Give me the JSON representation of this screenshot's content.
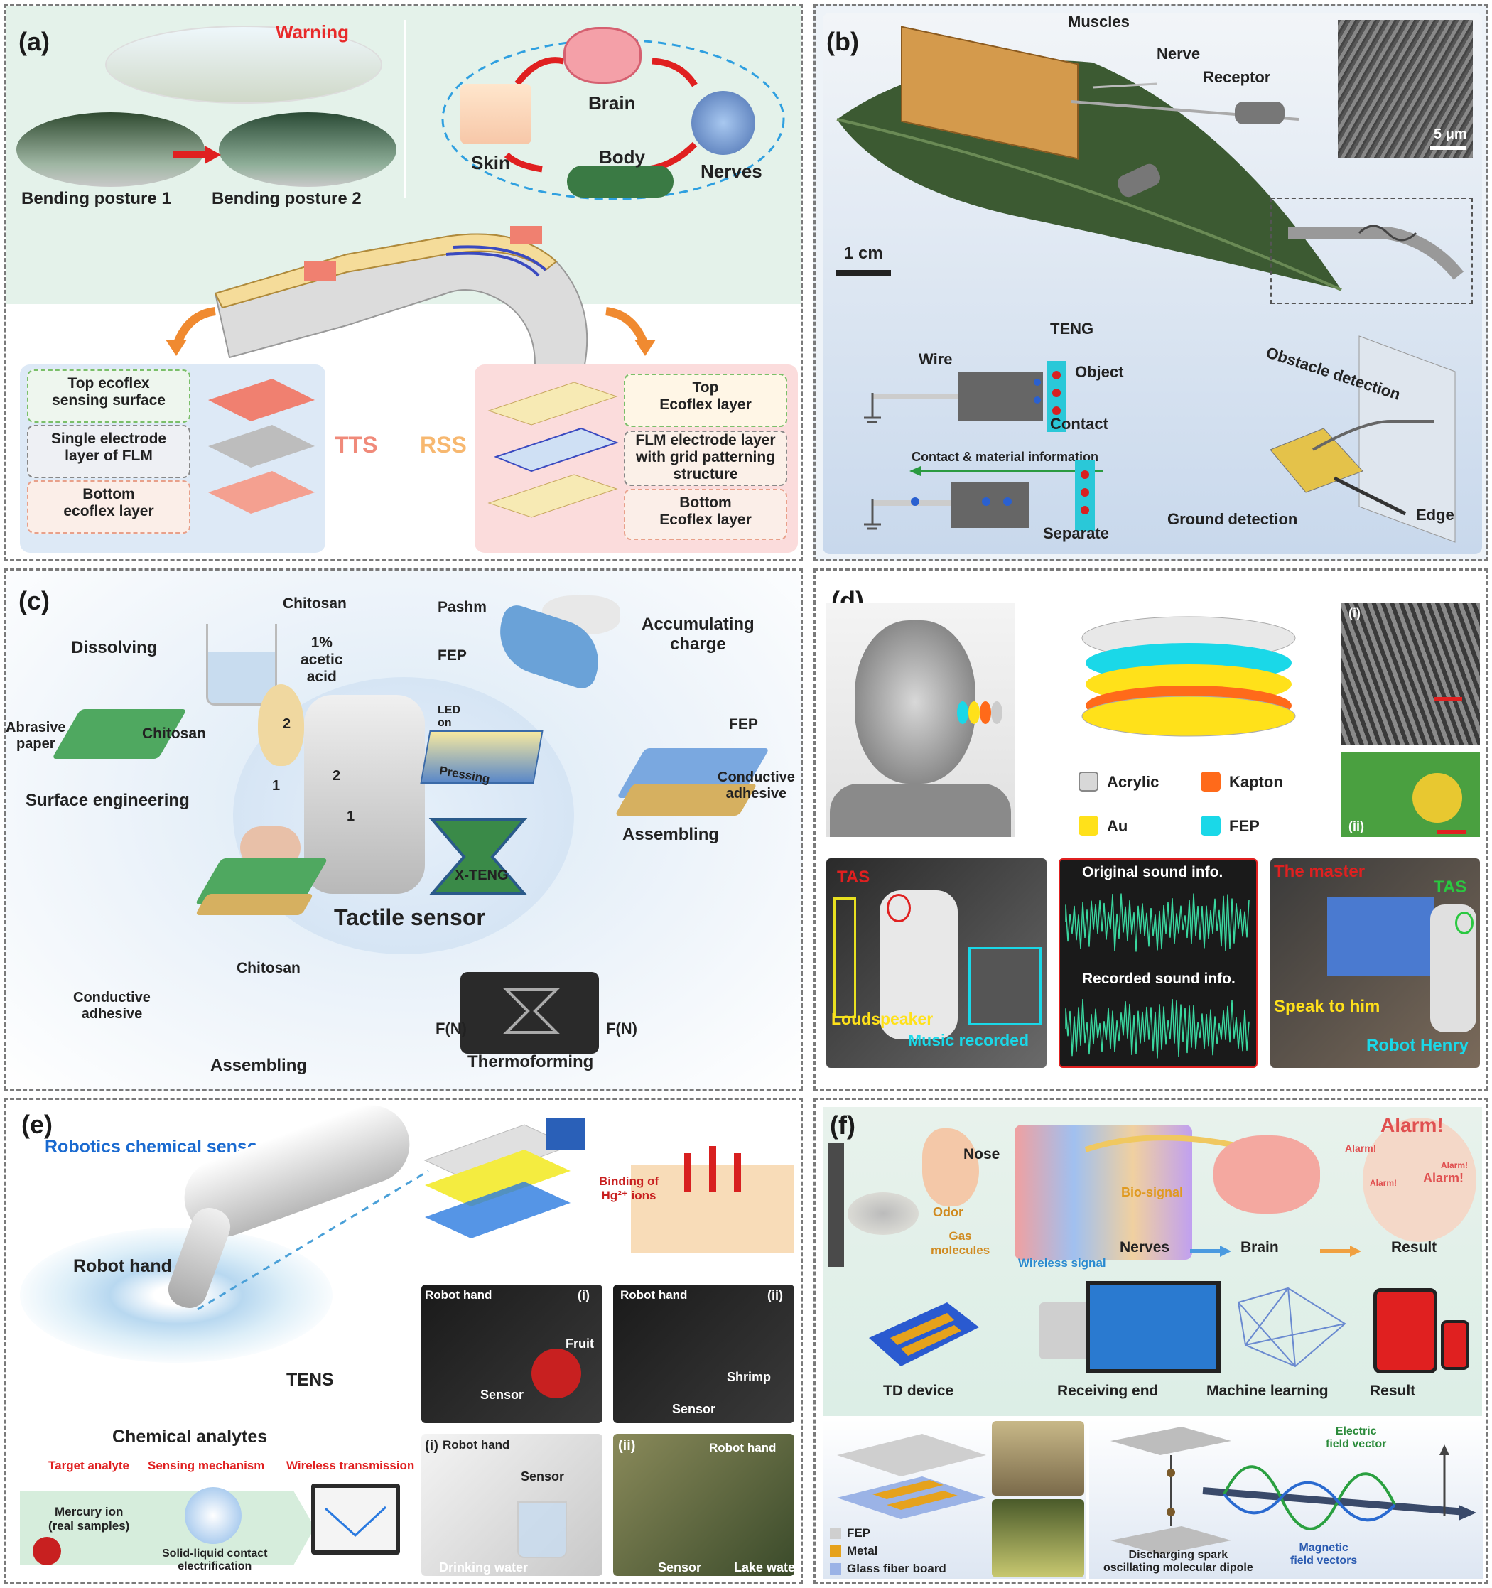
{
  "panels": {
    "a": {
      "label": "(a)",
      "warning": "Warning",
      "posture1": "Bending posture 1",
      "posture2": "Bending posture 2",
      "brain": "Brain",
      "skin": "Skin",
      "body": "Body",
      "nerves": "Nerves",
      "tts": "TTS",
      "rss": "RSS",
      "tts_layers": [
        "Top ecoflex\nsensing surface",
        "Single electrode\nlayer of FLM",
        "Bottom\necoflex layer"
      ],
      "rss_layers": [
        "Top\nEcoflex layer",
        "FLM electrode layer\nwith grid patterning\nstructure",
        "Bottom\nEcoflex layer"
      ]
    },
    "b": {
      "label": "(b)",
      "muscles": "Muscles",
      "nerve": "Nerve",
      "receptor": "Receptor",
      "scale_sem": "5 μm",
      "scale_cm": "1 cm",
      "teng": "TENG",
      "wire": "Wire",
      "object": "Object",
      "contact": "Contact",
      "contact_info": "Contact & material information",
      "separate": "Separate",
      "obstacle": "Obstacle detection",
      "ground": "Ground detection",
      "edge": "Edge"
    },
    "c": {
      "label": "(c)",
      "chitosan1": "Chitosan",
      "dissolving": "Dissolving",
      "acetic": "1%\nacetic\nacid",
      "pashm": "Pashm",
      "fep1": "FEP",
      "accumulating": "Accumulating\ncharge",
      "led": "LED\non",
      "pressing": "Pressing",
      "abrasive": "Abrasive\npaper",
      "chitosan2": "Chitosan",
      "surface_eng": "Surface engineering",
      "fep2": "FEP",
      "conductive1": "Conductive\nadhesive",
      "assembling1": "Assembling",
      "xteng": "X-TENG",
      "tactile": "Tactile sensor",
      "chitosan3": "Chitosan",
      "conductive2": "Conductive\nadhesive",
      "assembling2": "Assembling",
      "thermoforming": "Thermoforming",
      "force_left": "F(N)",
      "force_right": "F(N)",
      "n1": "1",
      "n2": "2",
      "n3": "2",
      "n4": "1"
    },
    "d": {
      "label": "(d)",
      "sub_i": "(i)",
      "sub_ii": "(ii)",
      "legend": [
        {
          "name": "Acrylic",
          "color": "#d8d8d8"
        },
        {
          "name": "Kapton",
          "color": "#ff6a1a"
        },
        {
          "name": "Au",
          "color": "#ffe11a"
        },
        {
          "name": "FEP",
          "color": "#1ad8e8"
        }
      ],
      "tas1": "TAS",
      "loudspeaker": "Loudspeaker",
      "music": "Music recorded",
      "original": "Original sound info.",
      "recorded": "Recorded sound info.",
      "master": "The master",
      "tas2": "TAS",
      "speak": "Speak to him",
      "robot": "Robot Henry"
    },
    "e": {
      "label": "(e)",
      "title": "Robotics chemical sensor",
      "robot_hand": "Robot hand",
      "tens": "TENS",
      "chemical": "Chemical analytes",
      "binding": "Binding of\nHg²⁺ ions",
      "target": "Target analyte",
      "sensing": "Sensing mechanism",
      "wireless": "Wireless transmission",
      "mercury": "Mercury ion\n(real samples)",
      "solid_liquid": "Solid-liquid contact\nelectrification",
      "photos": [
        {
          "rh": "Robot hand",
          "idx": "(i)",
          "a": "Fruit",
          "b": "Sensor"
        },
        {
          "rh": "Robot hand",
          "idx": "(ii)",
          "a": "Shrimp",
          "b": "Sensor"
        },
        {
          "rh": "Robot hand",
          "idx": "(i)",
          "a": "Sensor",
          "b": "Drinking water"
        },
        {
          "rh": "Robot hand",
          "idx": "(ii)",
          "a": "Sensor",
          "b": "Lake water"
        }
      ]
    },
    "f": {
      "label": "(f)",
      "nose": "Nose",
      "odor": "Odor",
      "gas": "Gas\nmolecules",
      "biosignal": "Bio-signal",
      "wireless": "Wireless signal",
      "nerves": "Nerves",
      "brain": "Brain",
      "result1": "Result",
      "alarm": "Alarm!",
      "td": "TD device",
      "receiving": "Receiving end",
      "ml": "Machine learning",
      "result2": "Result",
      "legend": [
        {
          "name": "FEP",
          "color": "#cfcfcf"
        },
        {
          "name": "Metal",
          "color": "#e6a21c"
        },
        {
          "name": "Glass fiber board",
          "color": "#9bb3e6"
        }
      ],
      "electric": "Electric\nfield vector",
      "magnetic": "Magnetic\nfield vectors",
      "spark": "Discharging spark\noscillating molecular dipole"
    }
  }
}
